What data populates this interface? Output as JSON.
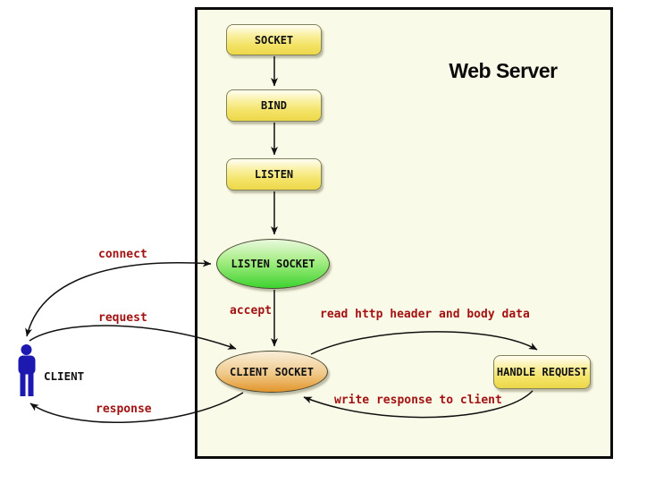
{
  "title": "Web Server",
  "nodes": {
    "socket": "SOCKET",
    "bind": "BIND",
    "listen": "LISTEN",
    "listen_socket": "LISTEN SOCKET",
    "client_socket": "CLIENT SOCKET",
    "handle_request": "HANDLE REQUEST",
    "client": "CLIENT"
  },
  "edge_labels": {
    "connect": "connect",
    "request": "request",
    "response": "response",
    "accept": "accept",
    "read": "read http header and body data",
    "write": "write response to client"
  },
  "colors": {
    "server_background": "#fafae8",
    "server_border": "#000000",
    "step_node_yellow": "#edd84b",
    "listen_socket_green": "#3ed32f",
    "client_socket_orange": "#e3952c",
    "edge_label_red": "#a31212",
    "client_icon_blue": "#1c18b0",
    "arrow_black": "#111111"
  }
}
